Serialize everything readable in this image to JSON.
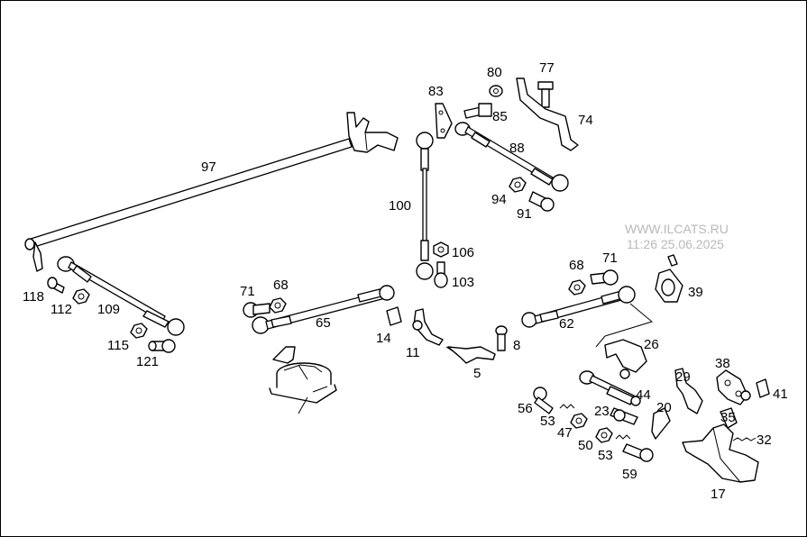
{
  "watermark": {
    "line1": "WWW.ILCATS.RU",
    "line2": "11:26 25.06.2025"
  },
  "callouts": [
    "97",
    "83",
    "80",
    "77",
    "85",
    "74",
    "88",
    "100",
    "106",
    "103",
    "94",
    "91",
    "118",
    "112",
    "109",
    "115",
    "121",
    "71",
    "68",
    "65",
    "14",
    "11",
    "5",
    "8",
    "62",
    "26",
    "39",
    "44",
    "56",
    "53",
    "47",
    "23",
    "50",
    "59",
    "29",
    "20",
    "38",
    "35",
    "41",
    "32",
    "17"
  ]
}
